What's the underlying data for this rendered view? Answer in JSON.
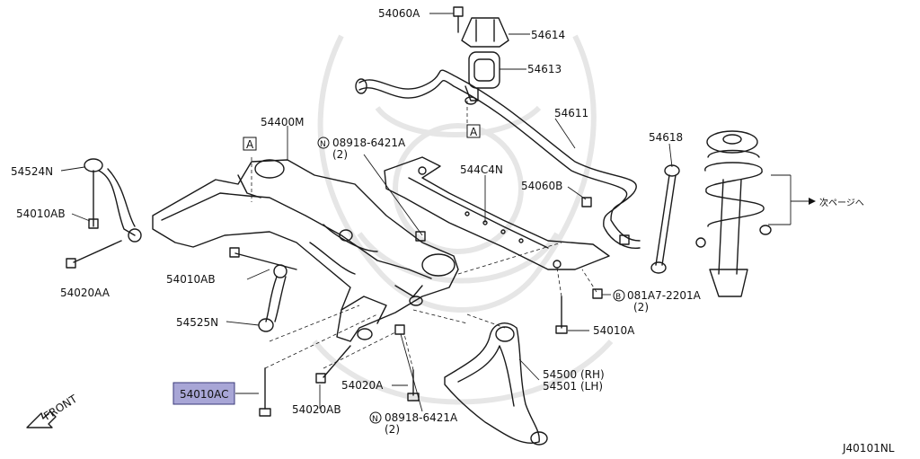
{
  "drawing_code": "J40101NL",
  "front_label": "FRONT",
  "next_page_label": "次ページへ",
  "section_marker": "A",
  "highlight_color": "#a8a6d6",
  "labels": {
    "p54060A": "54060A",
    "p54614": "54614",
    "p54613": "54613",
    "p54611": "54611",
    "p54400M": "54400M",
    "p08918_top": "08918-6421A",
    "p08918_top_qty": "(2)",
    "p544C4N": "544C4N",
    "p54618": "54618",
    "p54524N": "54524N",
    "p54060B": "54060B",
    "p54010AB_left": "54010AB",
    "p54020AA": "54020AA",
    "p54010AB_mid": "54010AB",
    "p081A7": "081A7-2201A",
    "p081A7_qty": "(2)",
    "p54525N": "54525N",
    "p54010A": "54010A",
    "p54500": "54500 (RH)",
    "p54501": "54501 (LH)",
    "p54010AC": "54010AC",
    "p54020A": "54020A",
    "p54020AB": "54020AB",
    "p08918_bot": "08918-6421A",
    "p08918_bot_qty": "(2)",
    "circle_N": "N",
    "circle_B": "B"
  }
}
